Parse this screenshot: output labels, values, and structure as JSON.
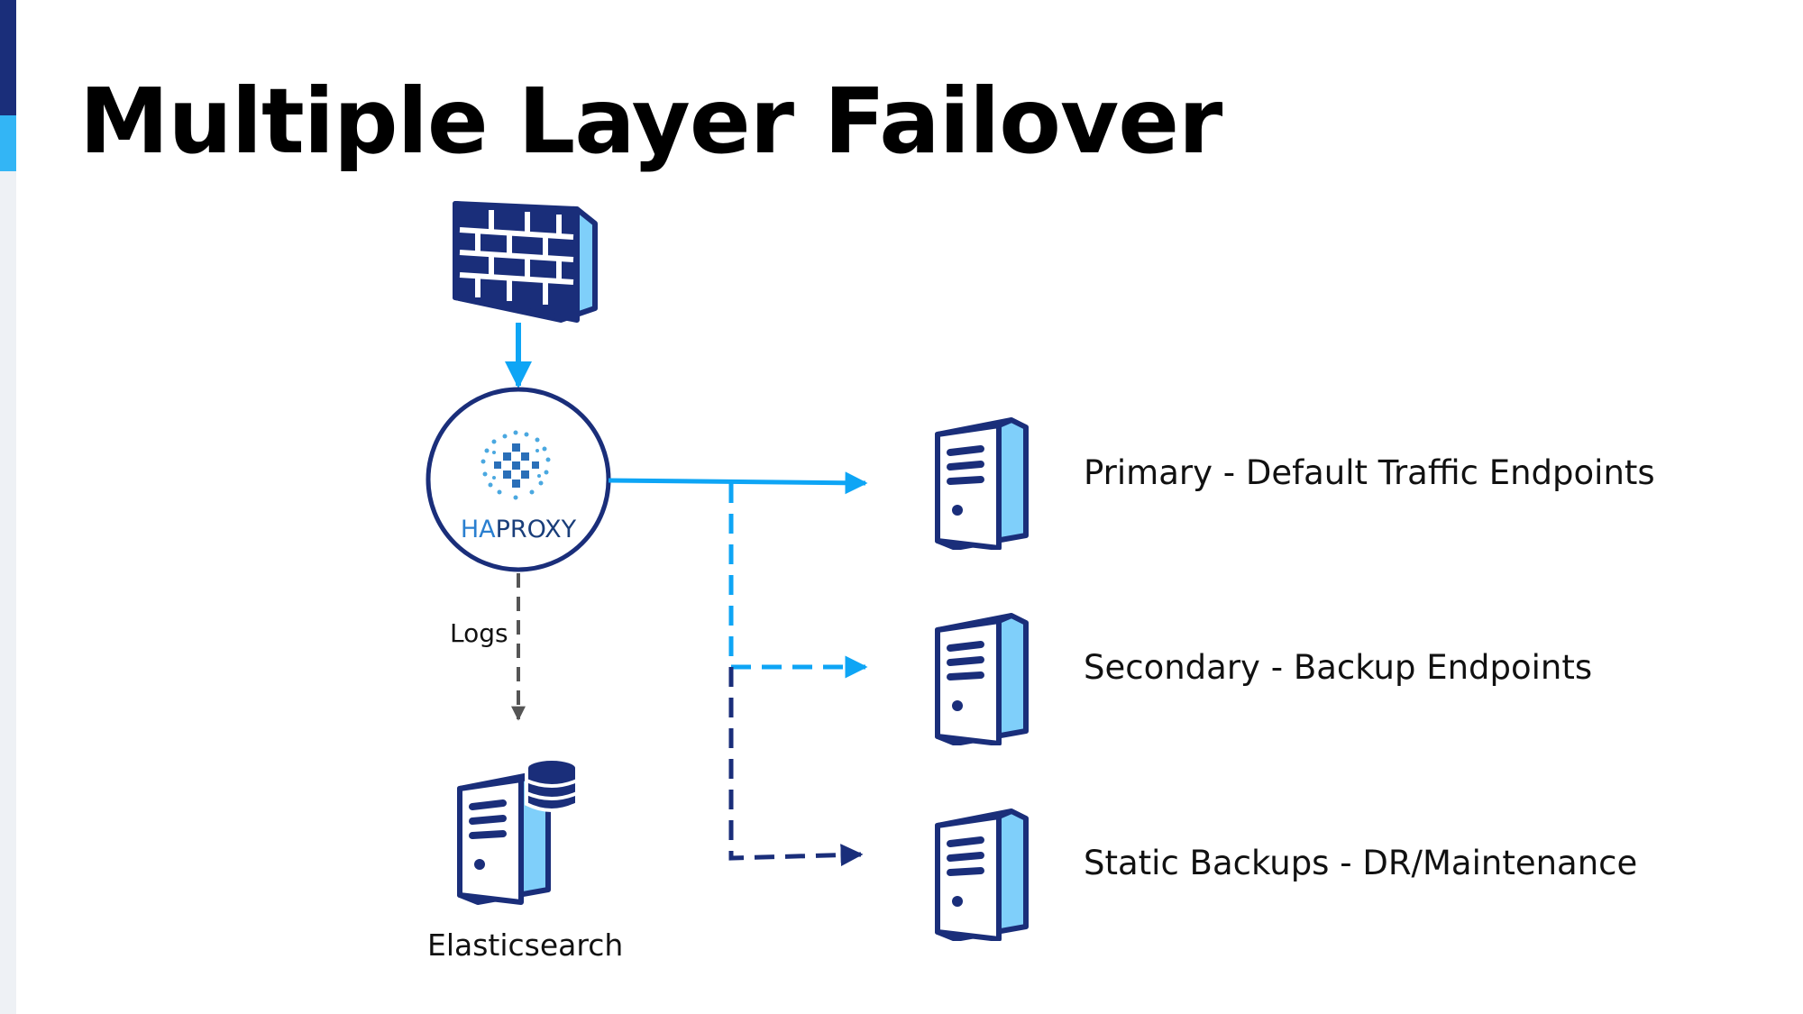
{
  "title": "Multiple Layer Failover",
  "haproxy": {
    "logo_text_ha": "HA",
    "logo_text_proxy": "PROXY"
  },
  "logs_label": "Logs",
  "elasticsearch_label": "Elasticsearch",
  "servers": [
    {
      "label": "Primary - Default Traffic Endpoints"
    },
    {
      "label": "Secondary - Backup Endpoints"
    },
    {
      "label": "Static Backups - DR/Maintenance"
    }
  ],
  "colors": {
    "navy": "#1a2e7a",
    "light_blue": "#0ea5f5",
    "server_fill": "#7fcffa",
    "gray": "#555555"
  }
}
